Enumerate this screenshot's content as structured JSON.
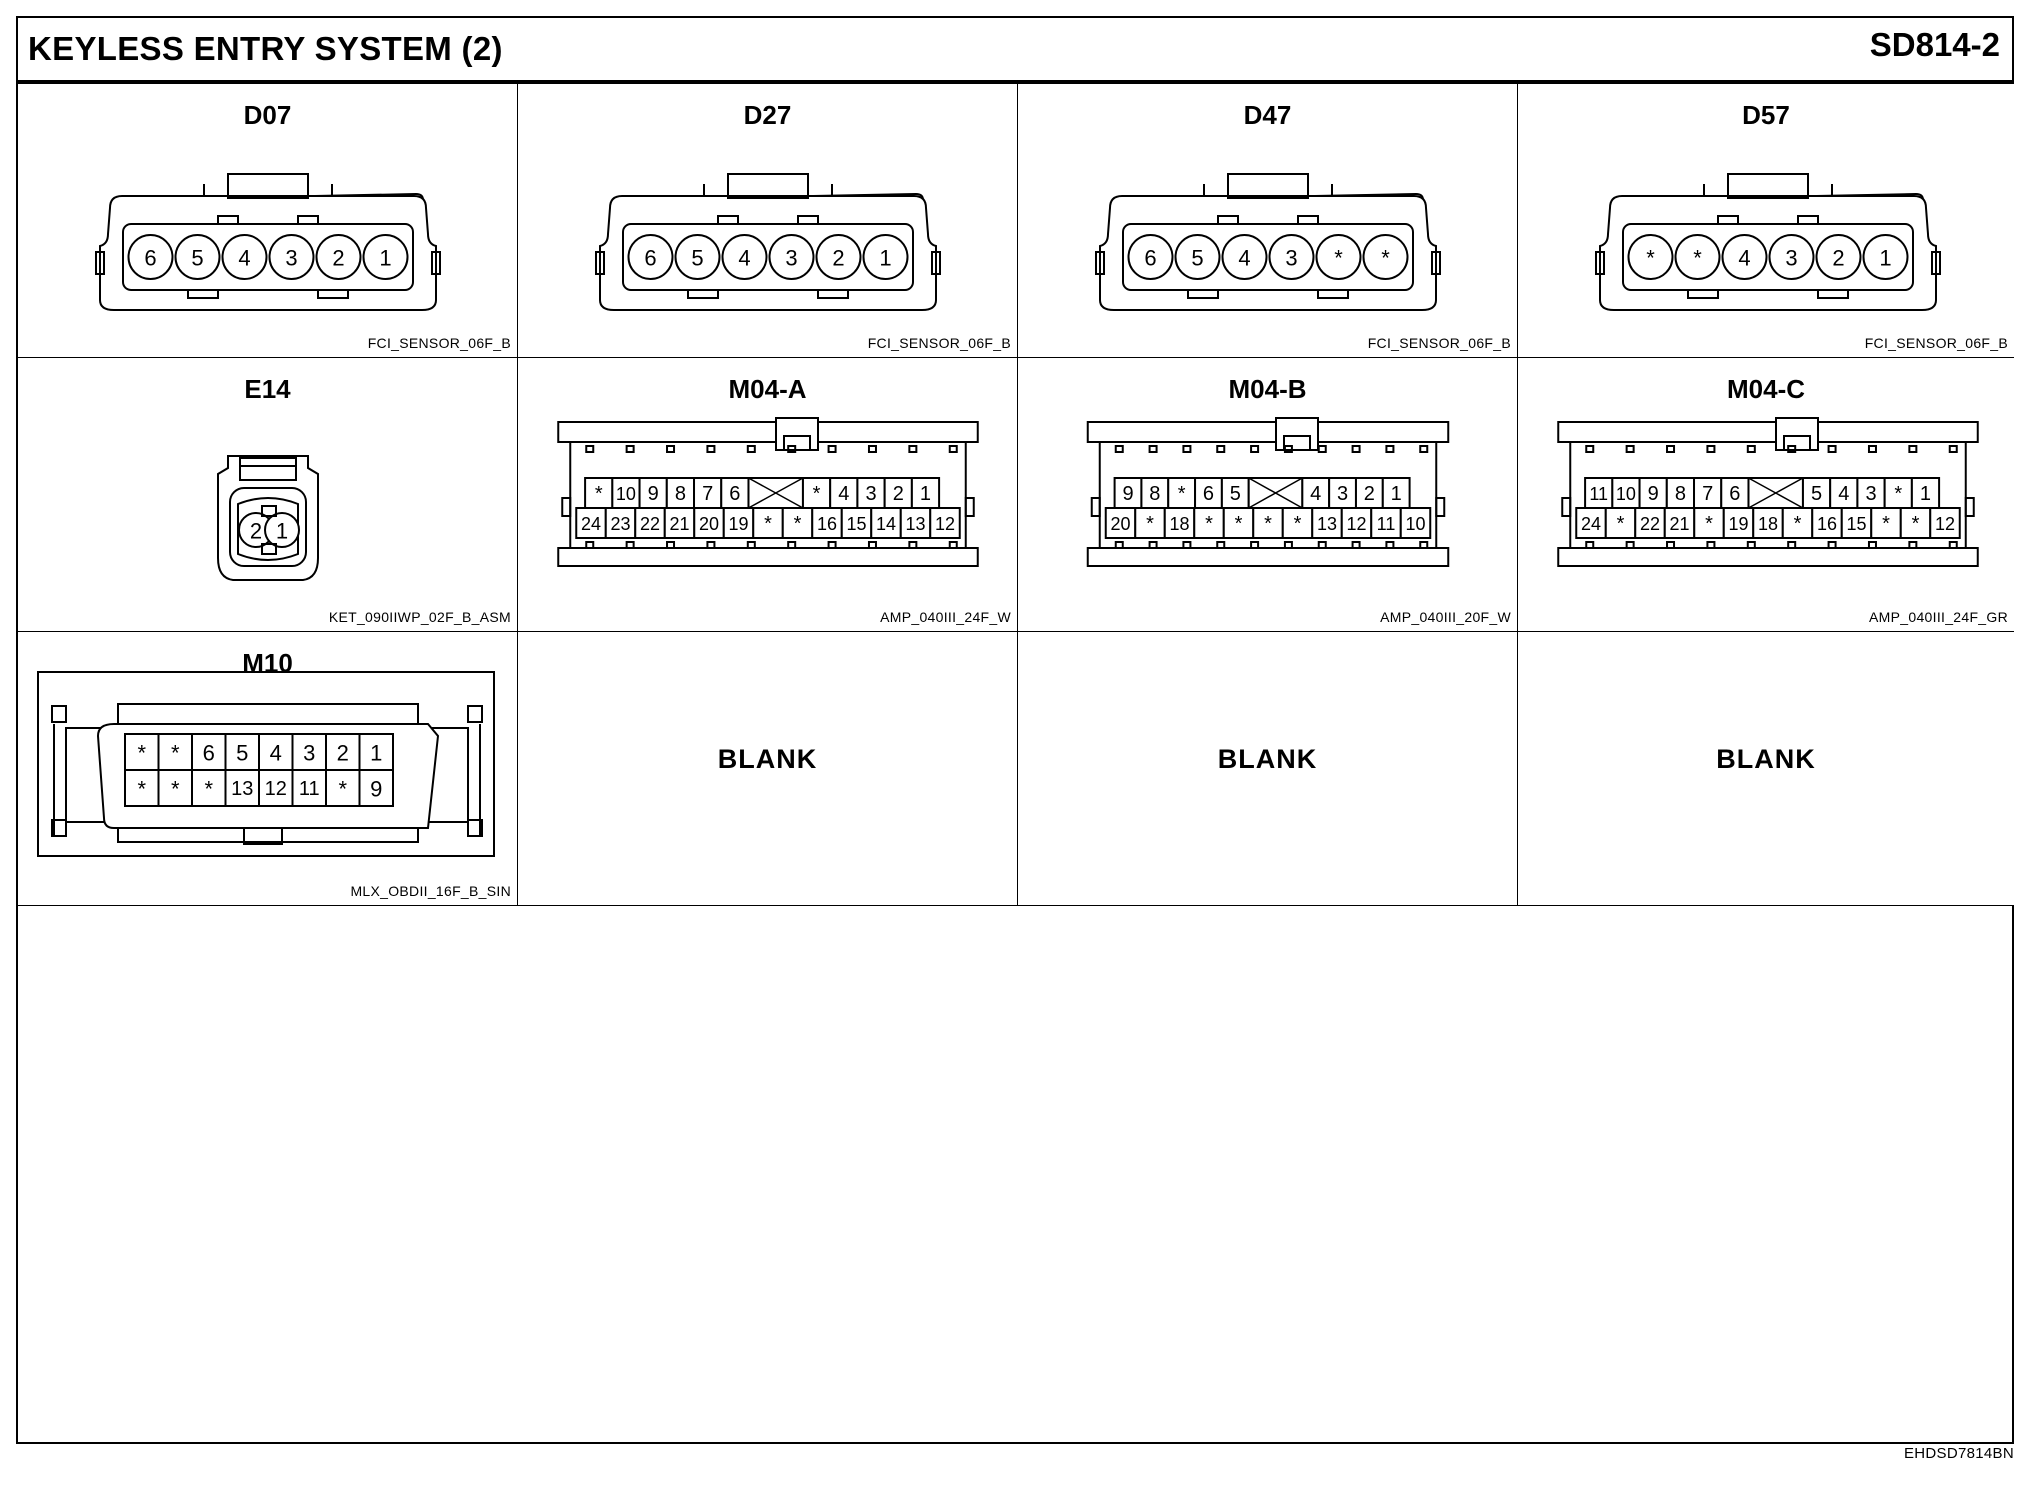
{
  "header": {
    "title": "KEYLESS ENTRY SYSTEM (2)",
    "code": "SD814-2"
  },
  "connectors": [
    {
      "id": "D07",
      "part": "FCI_SENSOR_06F_B",
      "type": "round",
      "pins": [
        "6",
        "5",
        "4",
        "3",
        "2",
        "1"
      ]
    },
    {
      "id": "D27",
      "part": "FCI_SENSOR_06F_B",
      "type": "round",
      "pins": [
        "6",
        "5",
        "4",
        "3",
        "2",
        "1"
      ]
    },
    {
      "id": "D47",
      "part": "FCI_SENSOR_06F_B",
      "type": "round",
      "pins": [
        "6",
        "5",
        "4",
        "3",
        "*",
        "*"
      ]
    },
    {
      "id": "D57",
      "part": "FCI_SENSOR_06F_B",
      "type": "round",
      "pins": [
        "*",
        "*",
        "4",
        "3",
        "2",
        "1"
      ]
    },
    {
      "id": "E14",
      "part": "KET_090IIWP_02F_B_ASM",
      "type": "two",
      "pins": [
        "2",
        "1"
      ]
    },
    {
      "id": "M04-A",
      "part": "AMP_040III_24F_W",
      "type": "grid",
      "rows": [
        [
          "*",
          "10",
          "9",
          "8",
          "7",
          "6",
          "X",
          "*",
          "4",
          "3",
          "2",
          "1"
        ],
        [
          "24",
          "23",
          "22",
          "21",
          "20",
          "19",
          "*",
          "*",
          "16",
          "15",
          "14",
          "13",
          "12"
        ]
      ]
    },
    {
      "id": "M04-B",
      "part": "AMP_040III_20F_W",
      "type": "grid",
      "rows": [
        [
          "9",
          "8",
          "*",
          "6",
          "5",
          "X",
          "4",
          "3",
          "2",
          "1"
        ],
        [
          "20",
          "*",
          "18",
          "*",
          "*",
          "*",
          "*",
          "13",
          "12",
          "11",
          "10"
        ]
      ]
    },
    {
      "id": "M04-C",
      "part": "AMP_040III_24F_GR",
      "type": "grid",
      "rows": [
        [
          "11",
          "10",
          "9",
          "8",
          "7",
          "6",
          "X",
          "5",
          "4",
          "3",
          "*",
          "1"
        ],
        [
          "24",
          "*",
          "22",
          "21",
          "*",
          "19",
          "18",
          "*",
          "16",
          "15",
          "*",
          "*",
          "12"
        ]
      ]
    },
    {
      "id": "M10",
      "part": "MLX_OBDII_16F_B_SIN",
      "type": "obd",
      "rows": [
        [
          "*",
          "*",
          "6",
          "5",
          "4",
          "3",
          "2",
          "1"
        ],
        [
          "*",
          "*",
          "*",
          "13",
          "12",
          "11",
          "*",
          "9"
        ]
      ]
    }
  ],
  "blanks": [
    "BLANK",
    "BLANK",
    "BLANK"
  ],
  "footer_code": "EHDSD7814BN"
}
